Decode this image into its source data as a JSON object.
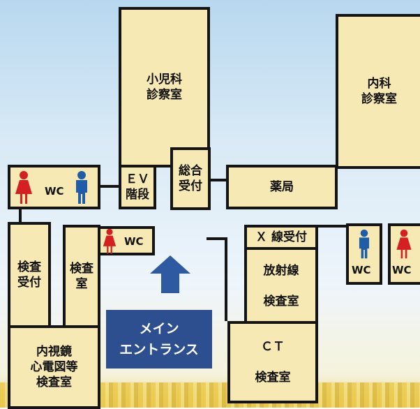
{
  "rooms": {
    "pediatrics": "小児科\n診察室",
    "internal": "内科\n診察室",
    "ev": "ＥＶ\n階段",
    "reception": "総合\n受付",
    "pharmacy": "薬局",
    "wc_left": "WC",
    "exam_reception": "検査\n受付",
    "exam_room": "検査\n室",
    "wc_mid": "WC",
    "xray_reception": "Ｘ 線受付",
    "radiology": "放射線\n\n検査室",
    "wc_right_blue": "WC",
    "wc_right_red": "WC",
    "endoscopy": "内視鏡\n心電図等\n検査室",
    "ct": "ＣＴ\n\n検査室"
  },
  "entrance": "メイン\nエントランス",
  "colors": {
    "room_fill": "#f6e9b3",
    "entrance": "#2d4f8f",
    "arrow": "#2d5aa0",
    "male": "#1f5da8",
    "female": "#d42020"
  }
}
